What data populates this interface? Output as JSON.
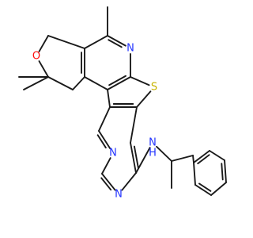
{
  "molecule": {
    "atoms": [
      {
        "id": "O",
        "symbol": "O",
        "color": "#ff0d0d"
      },
      {
        "id": "S",
        "symbol": "S",
        "color": "#c8b400"
      },
      {
        "id": "N1",
        "symbol": "N",
        "color": "#2233ff"
      },
      {
        "id": "N2",
        "symbol": "N",
        "color": "#2233ff"
      },
      {
        "id": "N3",
        "symbol": "N",
        "color": "#2233ff"
      },
      {
        "id": "NH",
        "symbol": "N",
        "sub": "H",
        "color": "#2233ff"
      }
    ],
    "bond_color": "#1a1a1a",
    "background": "#ffffff"
  }
}
